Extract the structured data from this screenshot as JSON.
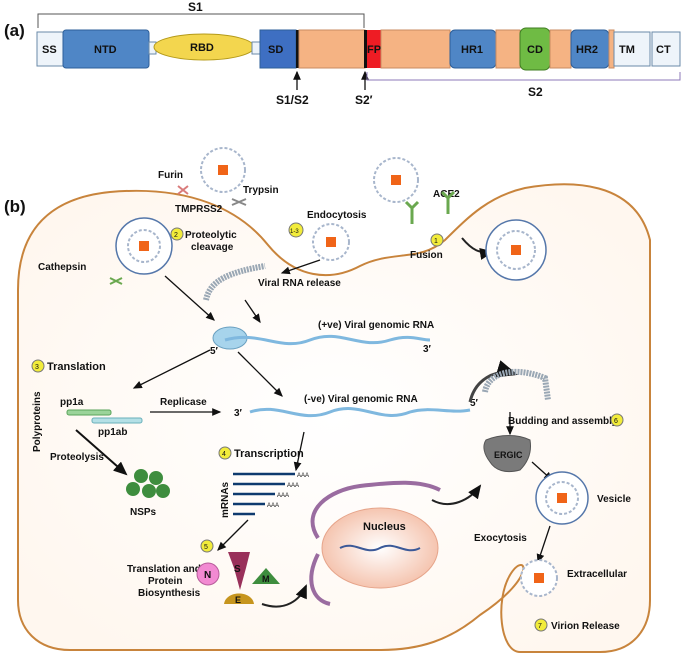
{
  "panel_a": {
    "label": "(a)",
    "s1": "S1",
    "s2": "S2",
    "segments": {
      "ss": "SS",
      "ntd": "NTD",
      "rbd": "RBD",
      "sd": "SD",
      "fp": "FP",
      "hr1": "HR1",
      "cd": "CD",
      "hr2": "HR2",
      "tm": "TM",
      "ct": "CT"
    },
    "cleavage_sites": {
      "s1s2": "S1/S2",
      "s2prime": "S2′"
    }
  },
  "panel_b": {
    "label": "(b)",
    "proteases": {
      "furin": "Furin",
      "trypsin": "Trypsin",
      "tmprss2": "TMPRSS2",
      "cathepsin": "Cathepsin"
    },
    "receptor": "ACE2",
    "steps": {
      "s1": "1",
      "s2": "2",
      "s13": "1-3",
      "s3": "3",
      "s4": "4",
      "s5": "5",
      "s6": "6",
      "s7": "7"
    },
    "texts": {
      "endocytosis": "Endocytosis",
      "proteolytic": "Proteolytic",
      "cleavage": "cleavage",
      "fusion": "Fusion",
      "viral_rna_release": "Viral RNA release",
      "pos_rna": "(+ve) Viral genomic RNA",
      "neg_rna": "(-ve) Viral genomic RNA",
      "five": "5′",
      "three": "3′",
      "translation": "Translation",
      "polyproteins": "Polyproteins",
      "pp1a": "pp1a",
      "pp1ab": "pp1ab",
      "replicase": "Replicase",
      "proteolysis": "Proteolysis",
      "nsps": "NSPs",
      "transcription": "Transcription",
      "mrnas": "mRNAs",
      "aaa": "AAA",
      "nucleus": "Nucleus",
      "ergic": "ERGIC",
      "budding": "Budding and assembly",
      "vesicle": "Vesicle",
      "exocytosis": "Exocytosis",
      "extracellular": "Extracellular",
      "virion_release": "Virion Release",
      "biosyn1": "Translation and",
      "biosyn2": "Protein",
      "biosyn3": "Biosynthesis"
    },
    "proteins": {
      "n": "N",
      "s": "S",
      "m": "M",
      "e": "E"
    }
  }
}
